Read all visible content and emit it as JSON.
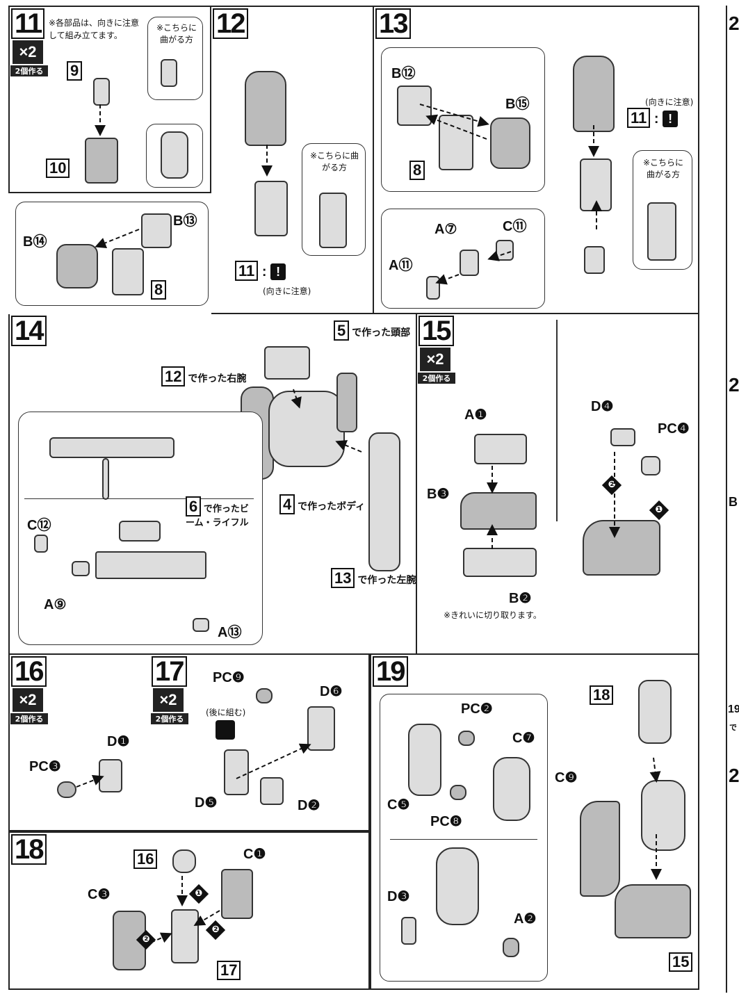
{
  "steps": {
    "s11": {
      "num": "11",
      "mult": "×2",
      "mult_label": "2個作る",
      "note": "※各部品は、向きに注意して組み立てます。",
      "bend_note": "※こちらに曲がる方",
      "parts": [
        "9",
        "10",
        "B⑭",
        "B⑬",
        "8"
      ]
    },
    "s12": {
      "num": "12",
      "bend_note": "※こちらに曲がる方",
      "ref": "11",
      "ref_sep": ":",
      "warn": "!",
      "warn_note": "(向きに注意)"
    },
    "s13": {
      "num": "13",
      "parts": [
        "B⑫",
        "B⑮",
        "8",
        "A⑦",
        "C⑪",
        "A⑪"
      ],
      "ref": "11",
      "ref_sep": ":",
      "warn": "!",
      "warn_note": "(向きに注意)",
      "bend_note": "※こちらに曲がる方"
    },
    "s14": {
      "num": "14",
      "refs": [
        {
          "num": "5",
          "text": "で作った頭部"
        },
        {
          "num": "12",
          "text": "で作った右腕"
        },
        {
          "num": "4",
          "text": "で作ったボディ"
        },
        {
          "num": "6",
          "text": "で作ったビーム・ライフル"
        },
        {
          "num": "13",
          "text": "で作った左腕"
        }
      ],
      "parts": [
        "C⑫",
        "A⑨",
        "A⑬"
      ]
    },
    "s15": {
      "num": "15",
      "mult": "×2",
      "mult_label": "2個作る",
      "parts": [
        "A❶",
        "B❸",
        "B❷",
        "D❹",
        "PC❹"
      ],
      "note": "※きれいに切り取ります。",
      "order": [
        "❷",
        "❶"
      ]
    },
    "s16": {
      "num": "16",
      "mult": "×2",
      "mult_label": "2個作る",
      "parts": [
        "D❶",
        "PC❸"
      ]
    },
    "s17": {
      "num": "17",
      "mult": "×2",
      "mult_label": "2個作る",
      "parts": [
        "PC❾",
        "D❻",
        "D❺",
        "D❷"
      ],
      "note": "(後に組む)"
    },
    "s18": {
      "num": "18",
      "parts": [
        "16",
        "C❶",
        "C❸",
        "17"
      ],
      "order": [
        "❶",
        "❷",
        "❷"
      ]
    },
    "s19": {
      "num": "19",
      "parts": [
        "PC❷",
        "C❼",
        "C❺",
        "PC❽",
        "D❸",
        "A❷",
        "C❾",
        "18",
        "15"
      ]
    }
  },
  "edge": {
    "labels": [
      "2",
      "2",
      "B",
      "19",
      "で",
      "2"
    ]
  }
}
